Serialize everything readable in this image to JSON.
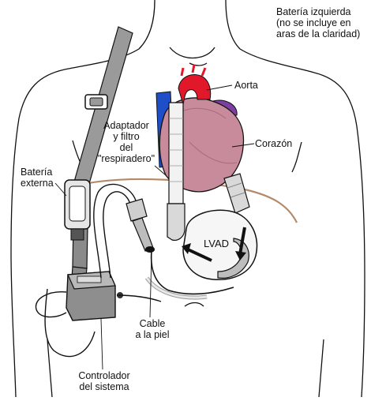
{
  "labels": {
    "left_battery": "Batería izquierda\n(no se incluye en\naras de la claridad)",
    "aorta": "Aorta",
    "adapter": "Adaptador\ny filtro\ndel\n\"respiradero\"",
    "heart": "Corazón",
    "external_battery": "Batería\nexterna",
    "lvad": "LVAD",
    "skin_cable": "Cable\na la piel",
    "system_controller": "Controlador\ndel sistema"
  },
  "colors": {
    "outline": "#111111",
    "skin": "#ffffff",
    "strap": "#9a9a9a",
    "vein": "#1f4fc8",
    "aorta": "#e0182a",
    "pulmonary": "#7b3fa0",
    "heart": "#c78b9b",
    "diaphragm": "#b48a6a",
    "device": "#bdbdbd"
  }
}
